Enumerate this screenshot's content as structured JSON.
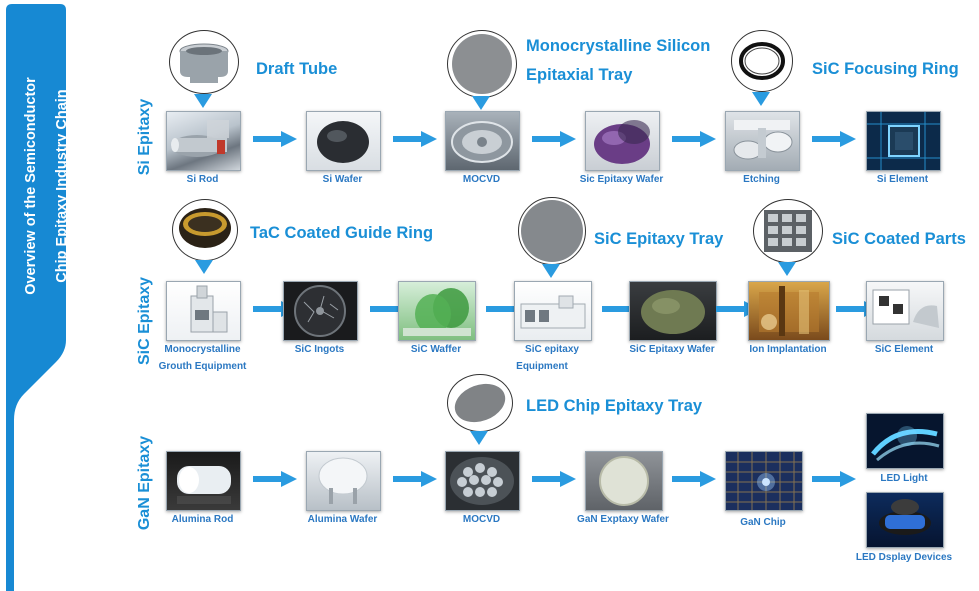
{
  "banner": {
    "line1": "Overview of the Semiconductor",
    "line2": "Chip Epitaxy Industry Chain"
  },
  "rows": {
    "si": "Si Epitaxy",
    "sic": "SiC Epitaxy",
    "gan": "GaN Epitaxy"
  },
  "si_nodes": [
    "Si Rod",
    "Si Wafer",
    "MOCVD",
    "Sic Epitaxy Wafer",
    "Etching",
    "Si Element"
  ],
  "sic_nodes": [
    "Monocrystalline",
    "Grouth Equipment",
    "SiC Ingots",
    "SiC Waffer",
    "SiC epitaxy",
    "Equipment",
    "SiC Epitaxy Wafer",
    "Ion Implantation",
    "SiC Element"
  ],
  "gan_nodes": [
    "Alumina Rod",
    "Alumina Wafer",
    "MOCVD",
    "GaN Exptaxy Wafer",
    "GaN Chip",
    "LED Light",
    "LED Dsplay Devices"
  ],
  "callouts": {
    "draft_tube": "Draft Tube",
    "mono_1": "Monocrystalline Silicon",
    "mono_2": "Epitaxial Tray",
    "focus_ring": "SiC Focusing Ring",
    "guide_ring": "TaC Coated Guide Ring",
    "sic_tray": "SiC Epitaxy Tray",
    "coated_parts": "SiC Coated Parts",
    "led_tray": "LED Chip Epitaxy Tray"
  },
  "colors": {
    "accent": "#1a8fd6",
    "arrow": "#2a9be0",
    "caption": "#2b78c2",
    "banner": "#1789d3"
  }
}
